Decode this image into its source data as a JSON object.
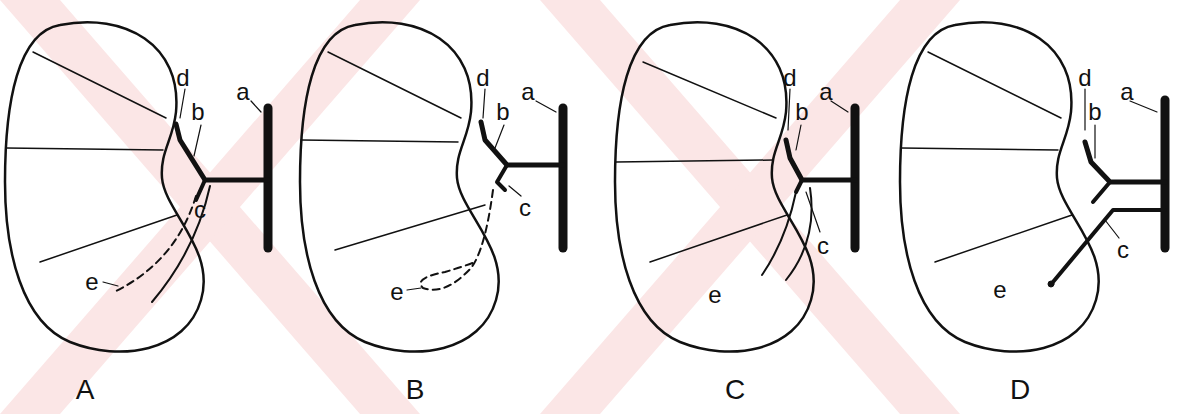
{
  "diagram": {
    "labels": [
      "d",
      "b",
      "a",
      "c",
      "e",
      "A",
      "d",
      "b",
      "a",
      "c",
      "e",
      "B",
      "d",
      "b",
      "a",
      "c",
      "e",
      "C",
      "d",
      "b",
      "a",
      "c",
      "e",
      "D"
    ]
  }
}
